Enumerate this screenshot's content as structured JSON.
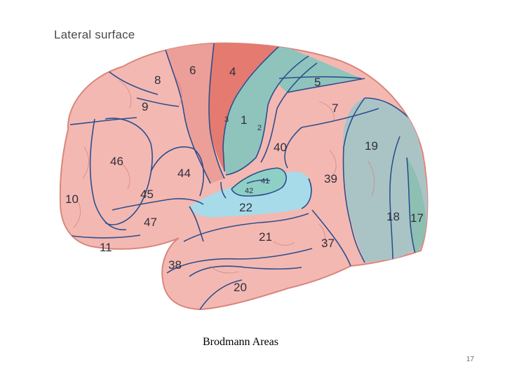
{
  "figure": {
    "heading": "Lateral surface",
    "caption": "Brodmann Areas",
    "slide_number": "17"
  },
  "areas": {
    "a1": "1",
    "a2": "2",
    "a3": "3",
    "a4": "4",
    "a5": "5",
    "a6": "6",
    "a7": "7",
    "a8": "8",
    "a9": "9",
    "a10": "10",
    "a11": "11",
    "a17": "17",
    "a18": "18",
    "a19": "19",
    "a20": "20",
    "a21": "21",
    "a22": "22",
    "a37": "37",
    "a38": "38",
    "a39": "39",
    "a40": "40",
    "a41": "41",
    "a42": "42",
    "a44": "44",
    "a45": "45",
    "a46": "46",
    "a47": "47"
  },
  "colors": {
    "cortex_pink": "#f4b8b2",
    "motor_red": "#e47a70",
    "premotor": "#e99a92",
    "sensory_teal": "#8fc4bd",
    "auditory_blue": "#a7dbea",
    "visual_teal": "#9cc8c3",
    "outline": "#2b4f8e"
  }
}
